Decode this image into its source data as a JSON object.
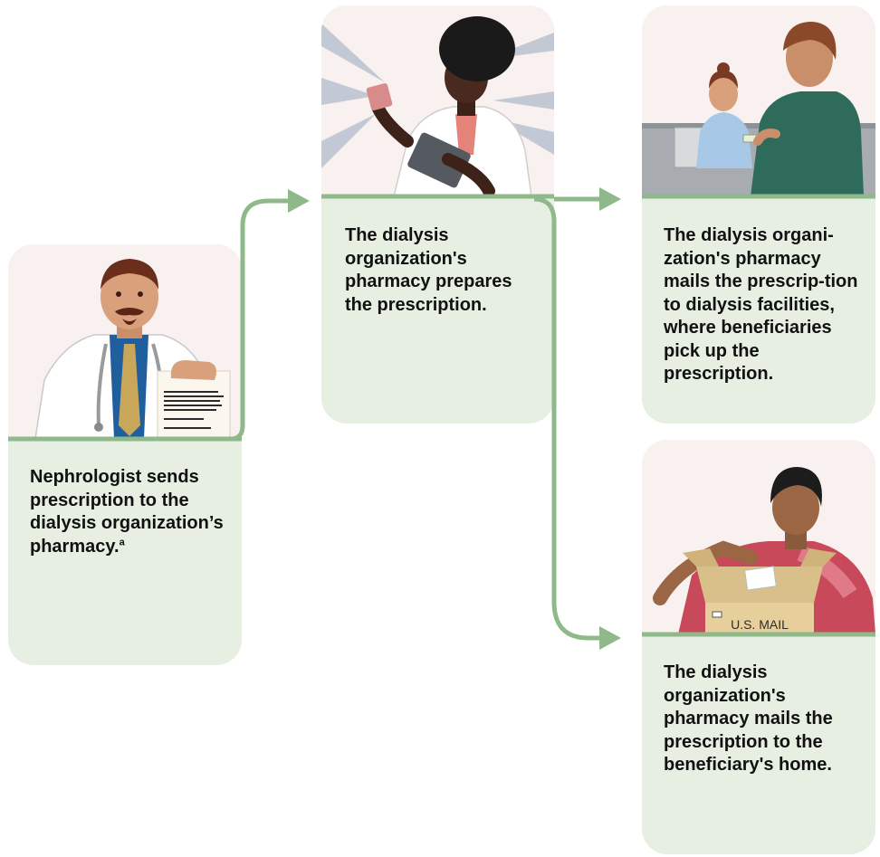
{
  "steps": [
    {
      "id": "nephrologist",
      "text": "Nephrologist sends prescription to the dialysis organization’s pharmacy.",
      "footnote": "a",
      "illustration": "doctor-holding-prescription-illustration"
    },
    {
      "id": "prepare",
      "text": "The dialysis organization's pharmacy prepares the prescription.",
      "illustration": "pharmacist-with-tablet-illustration"
    },
    {
      "id": "facility",
      "text": "The dialysis organi-zation's pharmacy mails the prescrip-tion to dialysis facilities, where beneficiaries pick up the prescription.",
      "illustration": "pickup-counter-illustration"
    },
    {
      "id": "home",
      "text": "The dialysis organization's pharmacy mails the prescription to the beneficiary's home.",
      "illustration": "mail-box-illustration",
      "box_label": "U.S. MAIL"
    }
  ],
  "colors": {
    "card_fill": "#e7efe2",
    "arrow": "#8fb98a",
    "illustration_bg": "#f8f1ef"
  }
}
